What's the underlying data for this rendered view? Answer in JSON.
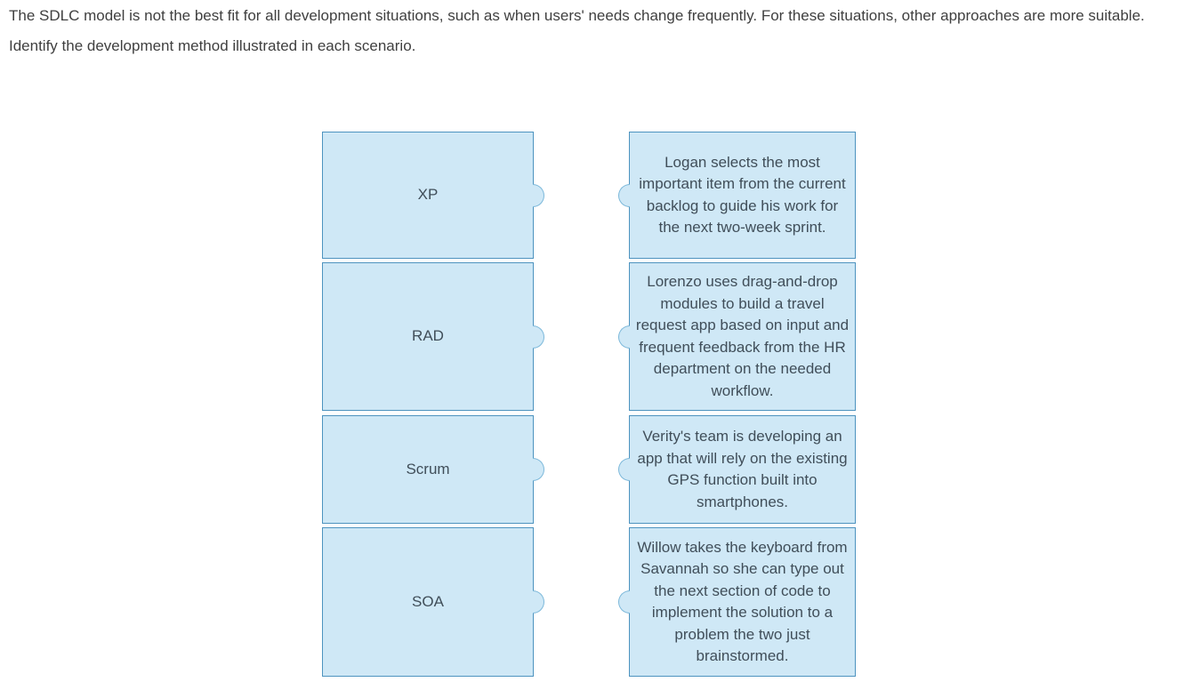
{
  "instructions": {
    "paragraph1": "The SDLC model is not the best fit for all development situations, such as when users' needs change frequently. For these situations, other approaches are more suitable.",
    "paragraph2": "Identify the development method illustrated in each scenario."
  },
  "colors": {
    "box_fill": "#cfe8f6",
    "box_border": "#4d93bf",
    "tab_border": "#7cb8da",
    "box_text": "#404e59",
    "heading_text": "#3f3f3f"
  },
  "pairs": [
    {
      "term": "XP",
      "scenario": "Logan selects the most important item from the current backlog to guide his work for the next two-week sprint."
    },
    {
      "term": "RAD",
      "scenario": "Lorenzo uses drag-and-drop modules to build a travel request app based on input and frequent feedback from the HR department on the needed workflow."
    },
    {
      "term": "Scrum",
      "scenario": "Verity's team is developing an app that will rely on the existing GPS function built into smartphones."
    },
    {
      "term": "SOA",
      "scenario": "Willow takes the keyboard from Savannah so she can type out the next section of code to implement the solution to a problem the two just brainstormed."
    }
  ]
}
